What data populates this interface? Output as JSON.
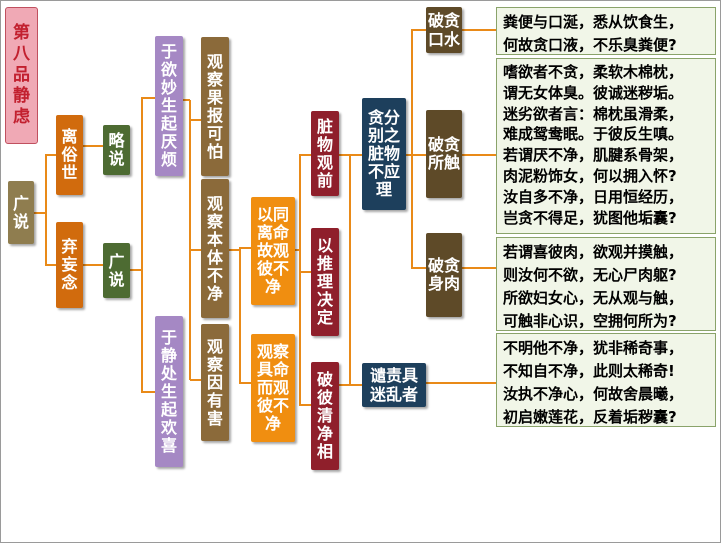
{
  "title": "第八品\n静虑",
  "root": "广说",
  "level1": [
    "离俗世",
    "弃妄念"
  ],
  "level2": [
    "略说",
    "广说"
  ],
  "level3": [
    "于欲妙生起厌烦",
    "于静处生起欢喜"
  ],
  "level4": [
    "观察果报可怕",
    "观察本体不净",
    "观察因有害"
  ],
  "level5": [
    "以同离命故观彼不净",
    "观察具命而观彼不净"
  ],
  "level6": [
    "脏物观前",
    "以推理决定",
    "破彼清净相"
  ],
  "level7": [
    "贪分别之脏物不应理",
    "谴责具迷乱者"
  ],
  "level8": [
    "破贪口水",
    "破贪所触",
    "破贪身肉"
  ],
  "verses": [
    "粪便与口涎，悉从饮食生，\n何故贪口液，不乐臭粪便?",
    "嗜欲者不贪，柔软木棉枕，\n谓无女体臭。彼诚迷秽垢。\n迷劣欲者言：棉枕虽滑柔，\n难成鸳鸯眠。于彼反生嗔。\n若谓厌不净，肌腱系骨架，\n肉泥粉饰女，何以拥入怀?\n汝自多不净，日用恒经历，\n岂贪不得足，犹图他垢囊?",
    "若谓喜彼肉，欲观并摸触，\n则汝何不欲，无心尸肉躯?\n所欲妇女心，无从观与触，\n可触非心识，空拥何所为?",
    "不明他不净，犹非稀奇事，\n不知自不净，此则太稀奇!\n汝执不净心，何故舍晨曦，\n初启嫩莲花，反着垢秽囊?"
  ],
  "colors": {
    "line": "#e98a18",
    "title_bg": "#f0a9b5",
    "title_text": "#c2202f",
    "verse_bg": "#f1f6e8"
  }
}
